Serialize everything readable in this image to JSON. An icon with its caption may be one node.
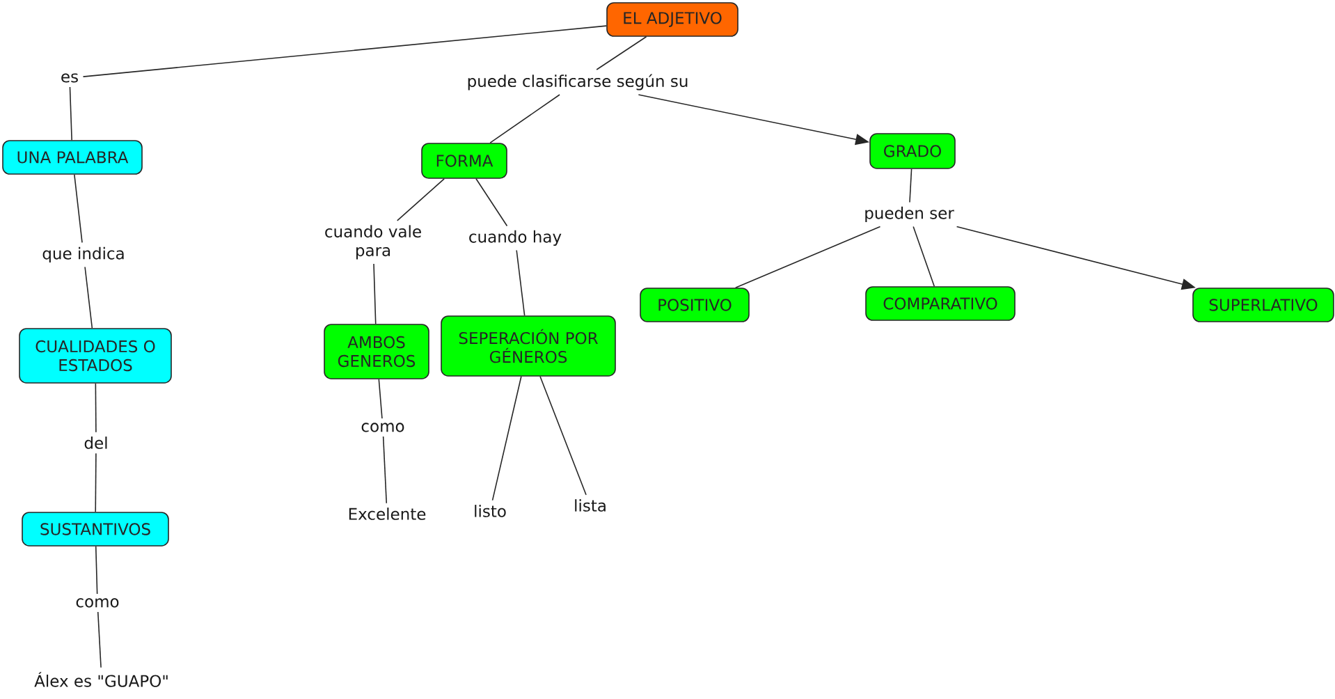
{
  "diagram": {
    "nodes": [
      {
        "text": [
          "EL ADJETIVO"
        ]
      },
      {
        "text": [
          "es"
        ]
      },
      {
        "text": [
          "puede clasificarse según su"
        ]
      },
      {
        "text": [
          "UNA PALABRA"
        ]
      },
      {
        "text": [
          "FORMA"
        ]
      },
      {
        "text": [
          "GRADO"
        ]
      },
      {
        "text": [
          "que indica"
        ]
      },
      {
        "text": [
          "cuando vale para"
        ]
      },
      {
        "text": [
          "cuando hay"
        ]
      },
      {
        "text": [
          "pueden ser"
        ]
      },
      {
        "text": [
          "POSITIVO"
        ]
      },
      {
        "text": [
          "COMPARATIVO"
        ]
      },
      {
        "text": [
          "SUPERLATIVO"
        ]
      },
      {
        "text": [
          "CUALIDADES O ESTADOS"
        ]
      },
      {
        "text": [
          "AMBOS GENEROS"
        ]
      },
      {
        "text": [
          "SEPERACIÓN POR GÉNEROS"
        ]
      },
      {
        "text": [
          "del"
        ]
      },
      {
        "text": [
          "como"
        ]
      },
      {
        "text": [
          "SUSTANTIVOS"
        ]
      },
      {
        "text": [
          "Excelente"
        ]
      },
      {
        "text": [
          "listo"
        ]
      },
      {
        "text": [
          "lista"
        ]
      },
      {
        "text": [
          "como"
        ]
      },
      {
        "text": [
          "Álex es \"GUAPO\""
        ]
      }
    ],
    "edges": [
      {
        "from": 0,
        "to": 1,
        "arrow": "none"
      },
      {
        "from": 1,
        "to": 3,
        "arrow": "none"
      },
      {
        "from": 0,
        "to": 2,
        "arrow": "none"
      },
      {
        "from": 2,
        "to": 4,
        "arrow": "none"
      },
      {
        "from": 2,
        "to": 5,
        "arrow": "to"
      },
      {
        "from": 3,
        "to": 6,
        "arrow": "none"
      },
      {
        "from": 6,
        "to": 13,
        "arrow": "none"
      },
      {
        "from": 4,
        "to": 7,
        "arrow": "none"
      },
      {
        "from": 4,
        "to": 8,
        "arrow": "none"
      },
      {
        "from": 7,
        "to": 14,
        "arrow": "none"
      },
      {
        "from": 8,
        "to": 15,
        "arrow": "none"
      },
      {
        "from": 5,
        "to": 9,
        "arrow": "none"
      },
      {
        "from": 9,
        "to": 10,
        "arrow": "none"
      },
      {
        "from": 9,
        "to": 11,
        "arrow": "none"
      },
      {
        "from": 9,
        "to": 12,
        "arrow": "to"
      },
      {
        "from": 13,
        "to": 16,
        "arrow": "none"
      },
      {
        "from": 16,
        "to": 18,
        "arrow": "none"
      },
      {
        "from": 14,
        "to": 17,
        "arrow": "none"
      },
      {
        "from": 17,
        "to": 19,
        "arrow": "none"
      },
      {
        "from": 15,
        "to": 20,
        "arrow": "none"
      },
      {
        "from": 15,
        "to": 21,
        "arrow": "none"
      },
      {
        "from": 18,
        "to": 22,
        "arrow": "none"
      },
      {
        "from": 22,
        "to": 23,
        "arrow": "none"
      }
    ]
  }
}
